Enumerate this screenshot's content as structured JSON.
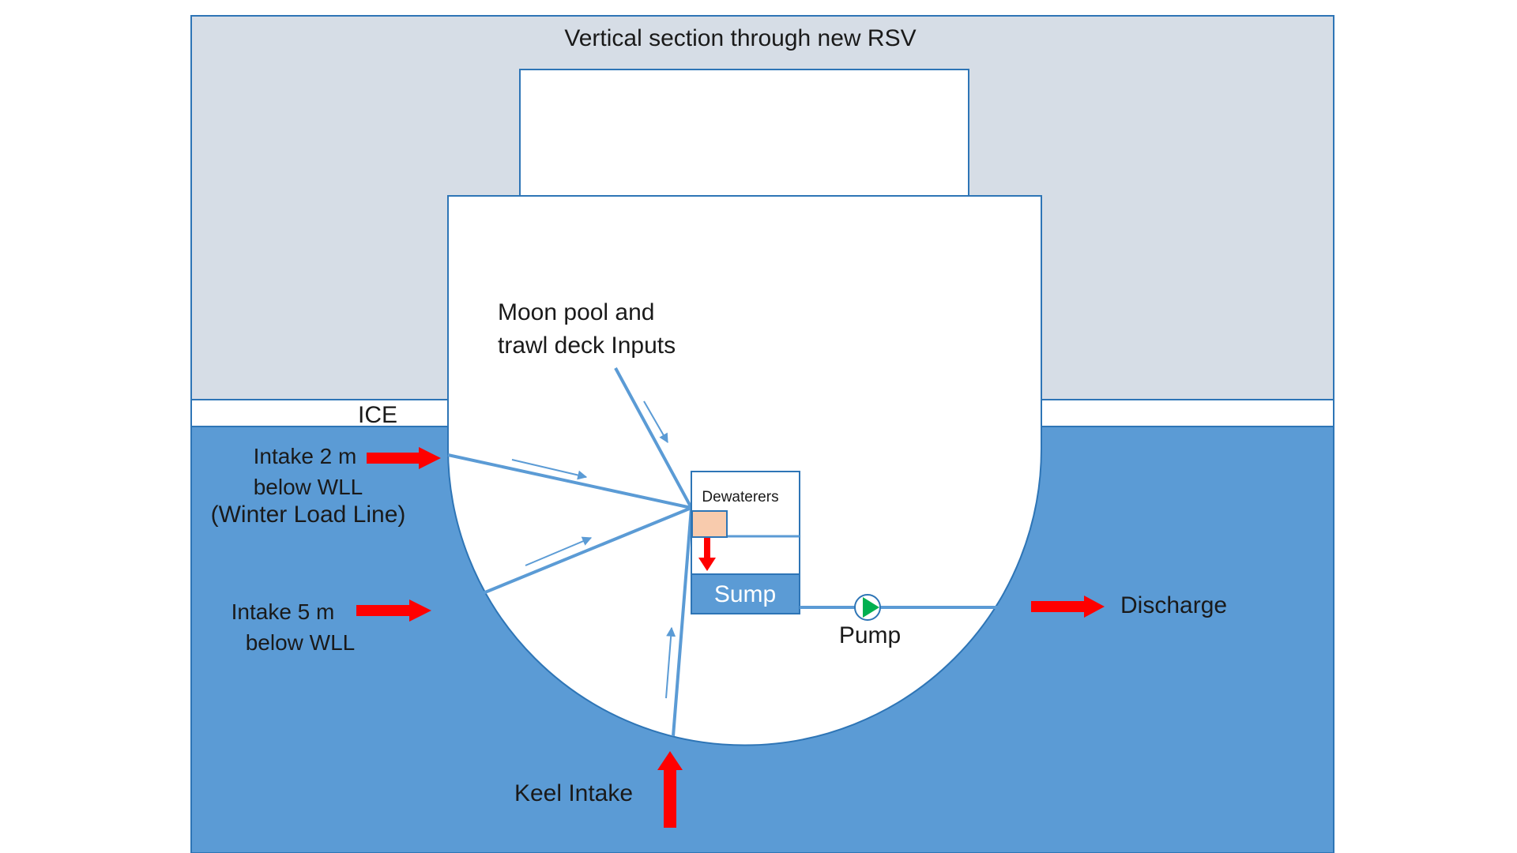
{
  "title": "Vertical section through  new RSV",
  "labels": {
    "ice": "ICE",
    "moonpool_line1": "Moon pool and",
    "moonpool_line2": "trawl deck Inputs",
    "intake2_line1": "Intake 2 m",
    "intake2_line2": "below WLL",
    "intake2_line3": "(Winter Load Line)",
    "intake5_line1": "Intake 5 m",
    "intake5_line2": "below WLL",
    "dewaterers": "Dewaterers",
    "sump": "Sump",
    "pump": "Pump",
    "discharge": "Discharge",
    "keel": "Keel Intake"
  },
  "colors": {
    "sky": "#d6dde6",
    "water": "#5b9bd5",
    "outline": "#2e75b6",
    "pipe": "#5b9bd5",
    "arrow": "#ff0000",
    "sump_fill": "#5b9bd5",
    "dewaterer_fill": "#f8cbad",
    "pump_fill": "#00b050",
    "text": "#1a1a1a",
    "sump_text": "#ffffff"
  },
  "icons": {
    "pump": "pump-icon",
    "flow_arrow": "red-arrow-icon"
  }
}
